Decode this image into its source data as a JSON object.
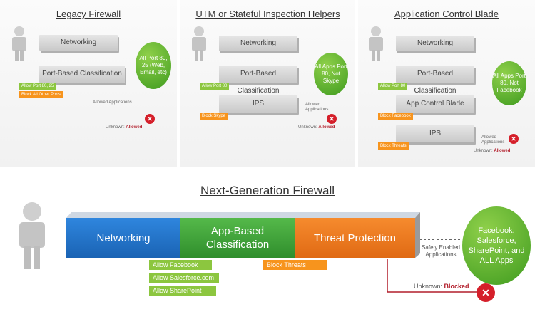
{
  "panels": [
    {
      "title": "Legacy Firewall",
      "layers": [
        "Networking",
        "Port-Based Classification"
      ],
      "tags_green": [
        "Allow Port 80, 25"
      ],
      "tags_orange": [
        "Block All Other Ports"
      ],
      "flow_label": "Allowed Applications",
      "unknown_prefix": "Unknown:",
      "unknown_status": "Allowed",
      "bubble": "All Port 80, 25 (Web, Email, etc)"
    },
    {
      "title": "UTM or Stateful Inspection Helpers",
      "layers": [
        "Networking",
        "Port-Based Classification",
        "IPS"
      ],
      "tags_green": [
        "Allow Port 80"
      ],
      "tags_orange": [
        "Block Skype"
      ],
      "flow_label": "Allowed Applications",
      "unknown_prefix": "Unknown:",
      "unknown_status": "Allowed",
      "bubble": "All Apps Port 80, Not Skype"
    },
    {
      "title": "Application Control Blade",
      "layers": [
        "Networking",
        "Port-Based Classification",
        "App Control Blade",
        "IPS"
      ],
      "tags_green": [
        "Allow Port 80"
      ],
      "tags_orange": [
        "Block Facebook",
        "Block Threats"
      ],
      "flow_label": "Allowed Applications",
      "unknown_prefix": "Unknown:",
      "unknown_status": "Allowed",
      "bubble": "All Apps Port 80, Not Facebook"
    }
  ],
  "ngfw": {
    "title": "Next-Generation Firewall",
    "segments": [
      "Networking",
      "App-Based Classification",
      "Threat Protection"
    ],
    "allow_tags": [
      "Allow Facebook",
      "Allow Salesforce.com",
      "Allow SharePoint"
    ],
    "block_tag": "Block Threats",
    "flow_label": "Safely Enabled Applications",
    "unknown_prefix": "Unknown:",
    "unknown_status": "Blocked",
    "bubble": "Facebook, Salesforce, SharePoint, and ALL Apps"
  },
  "colors": {
    "networking": "#1f73c9",
    "app": "#41a63a",
    "threat": "#f07a21",
    "bubble": "#4aa82a",
    "blocked": "#b21e2b"
  }
}
